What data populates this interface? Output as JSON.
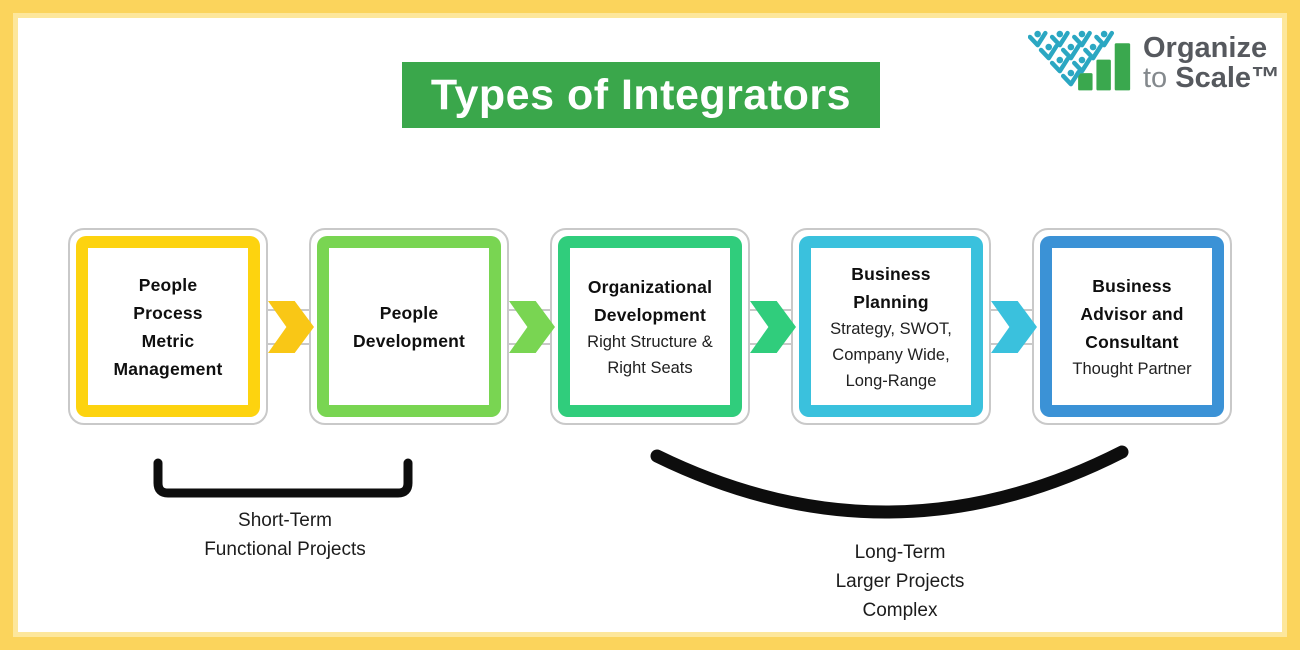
{
  "title": {
    "text": "Types of Integrators",
    "bg_color": "#3aa74b",
    "text_color": "#ffffff"
  },
  "logo": {
    "name_line1": "Organize",
    "name_line2_light": "to ",
    "name_line2_bold": "Scale™",
    "people_color": "#2ba7c2",
    "bars_color": "#3aa84e"
  },
  "frame": {
    "outer_color": "#fbd45c",
    "inner_color": "#fde79b"
  },
  "boxes": [
    {
      "border_color": "#fdd30f",
      "title_lines": [
        "People",
        "Process",
        "Metric",
        "Management"
      ],
      "subtitle_lines": []
    },
    {
      "border_color": "#79d552",
      "title_lines": [
        "People",
        "Development"
      ],
      "subtitle_lines": []
    },
    {
      "border_color": "#30cd7c",
      "title_lines": [
        "Organizational",
        "Development"
      ],
      "subtitle_lines": [
        "Right Structure &",
        "Right Seats"
      ]
    },
    {
      "border_color": "#3ac1dd",
      "title_lines": [
        "Business",
        "Planning"
      ],
      "subtitle_lines": [
        "Strategy, SWOT,",
        "Company Wide,",
        "Long-Range"
      ]
    },
    {
      "border_color": "#3b92d6",
      "title_lines": [
        "Business",
        "Advisor and",
        "Consultant"
      ],
      "subtitle_lines": [
        "Thought Partner"
      ]
    }
  ],
  "arrows": [
    {
      "color": "#f9c716"
    },
    {
      "color": "#79d552"
    },
    {
      "color": "#30cd7c"
    },
    {
      "color": "#3ac1dd"
    }
  ],
  "annotations": {
    "short_term": {
      "line1": "Short-Term",
      "line2": "Functional Projects"
    },
    "long_term": {
      "line1": "Long-Term",
      "line2": "Larger Projects",
      "line3": "Complex"
    }
  }
}
